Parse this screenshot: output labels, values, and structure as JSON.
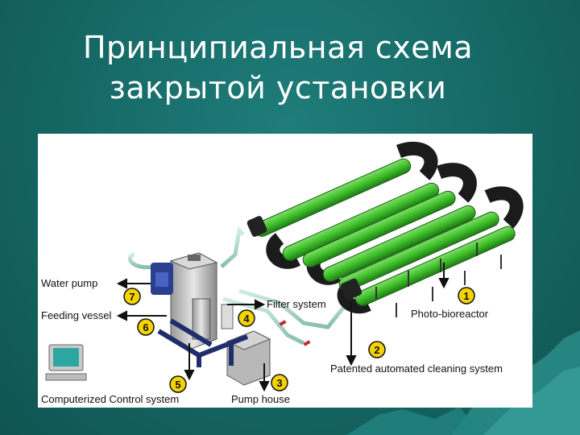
{
  "slide": {
    "title_line1": "Принципиальная схема",
    "title_line2": "закрытой установки"
  },
  "diagram": {
    "labels": {
      "water_pump": "Water pump",
      "feeding_vessel": "Feeding vessel",
      "filter_system": "Filter system",
      "photo_bioreactor": "Photo-bioreactor",
      "cleaning_system": "Patented automated cleaning system",
      "computerized_control": "Computerized Control system",
      "pump_house": "Pump house"
    },
    "badges": {
      "n1": "1",
      "n2": "2",
      "n3": "3",
      "n4": "4",
      "n5": "5",
      "n6": "6",
      "n7": "7"
    },
    "colors": {
      "tube_green": "#3fbf2a",
      "badge_yellow": "#f5d300",
      "background_teal": "#176b68"
    }
  }
}
